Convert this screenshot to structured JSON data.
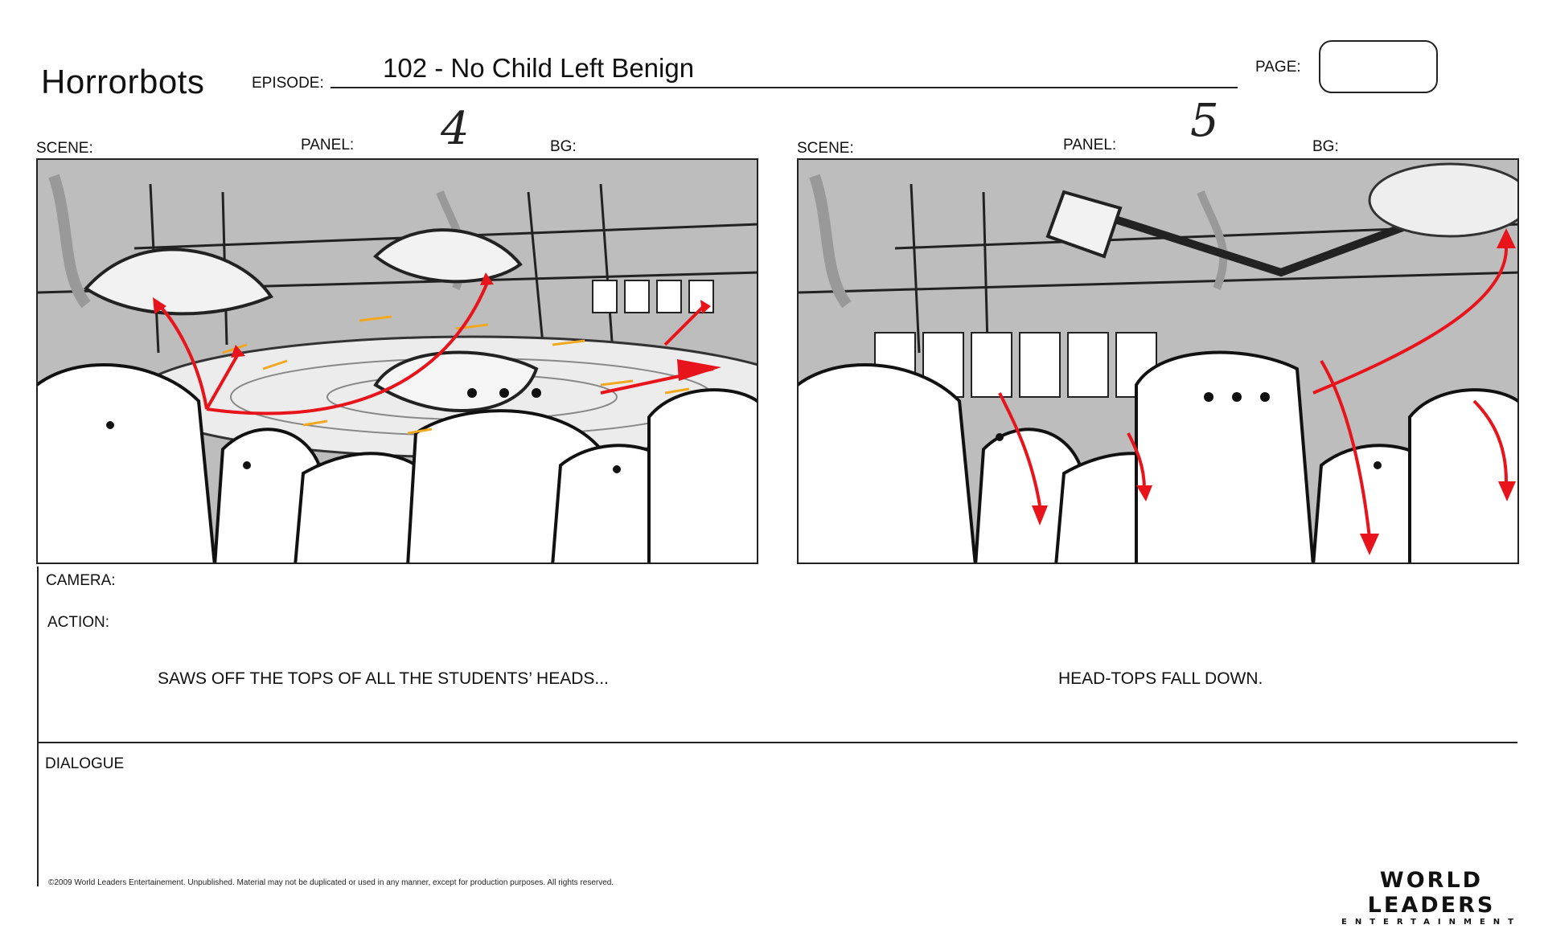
{
  "header": {
    "show_title": "Horrorbots",
    "episode_label": "EPISODE:",
    "episode_value": "102 - No Child Left Benign",
    "page_label": "PAGE:",
    "page_value": ""
  },
  "panels": [
    {
      "scene_label": "SCENE:",
      "panel_label": "PANEL:",
      "panel_number": "4",
      "bg_label": "BG:",
      "action_text": "SAWS OFF THE TOPS OF ALL THE STUDENTS’ HEADS..."
    },
    {
      "scene_label": "SCENE:",
      "panel_label": "PANEL:",
      "panel_number": "5",
      "bg_label": "BG:",
      "action_text": "HEAD-TOPS FALL DOWN."
    }
  ],
  "sections": {
    "camera_label": "CAMERA:",
    "action_label": "ACTION:",
    "dialogue_label": "DIALOGUE"
  },
  "footer": {
    "copyright": "©2009 World Leaders Entertainement.  Unpublished. Material may not be duplicated or used in any manner, except for production purposes. All rights reserved.",
    "logo_main": "WORLD LEADERS",
    "logo_sub": "ENTERTAINMENT"
  },
  "colors": {
    "arrow_red": "#e8141b",
    "spark_orange": "#f2a81e",
    "panel_gray": "#bdbdbd",
    "ink": "#111111"
  }
}
